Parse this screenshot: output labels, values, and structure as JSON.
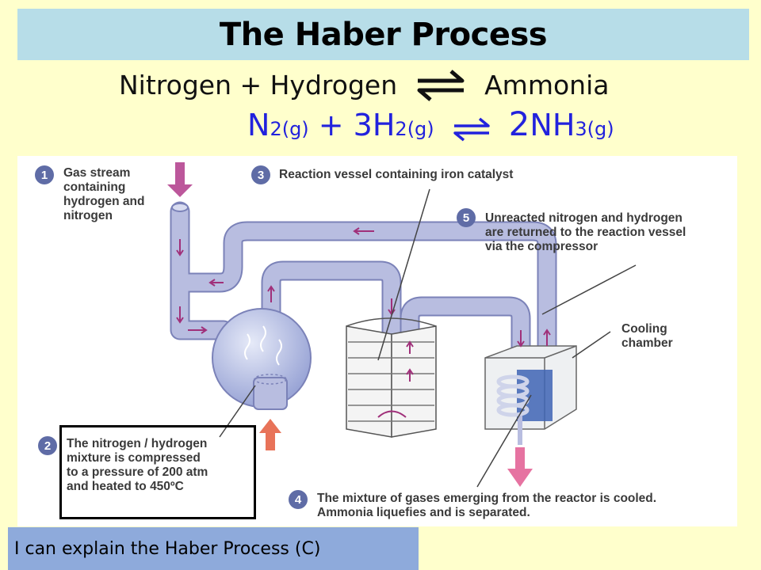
{
  "title": "The Haber Process",
  "word_equation": {
    "left": "Nitrogen + Hydrogen",
    "right": "Ammonia"
  },
  "symbol_equation": {
    "n": "N",
    "n_sub": "2(g)",
    "plus3h": " + 3H",
    "h_sub": "2(g)",
    "coef": "2",
    "nh": "NH",
    "nh_sub": "3(g)"
  },
  "diagram": {
    "steps": [
      {
        "number": "1",
        "text": "Gas stream\ncontaining\nhydrogen and\nnitrogen"
      },
      {
        "number": "2",
        "text": "The nitrogen / hydrogen\nmixture is compressed\nto a pressure of 200 atm\nand heated to 450ºC"
      },
      {
        "number": "3",
        "text": "Reaction vessel containing iron catalyst"
      },
      {
        "number": "4",
        "text": "The mixture of gases emerging from the reactor is cooled.\nAmmonia liquefies and is separated."
      },
      {
        "number": "5",
        "text": "Unreacted nitrogen and hydrogen\nare returned to the reaction vessel\nvia the compressor"
      }
    ],
    "cooling_label": "Cooling\nchamber"
  },
  "colors": {
    "pipe": "#b8bde0",
    "pipe_edge": "#7b82b8",
    "flow_arrow": "#a0307a",
    "inlet_arrow": "#b03a8a",
    "heat_arrow": "#e25030",
    "output_arrow": "#e0508a"
  },
  "footer": "I can explain the Haber Process (C)"
}
